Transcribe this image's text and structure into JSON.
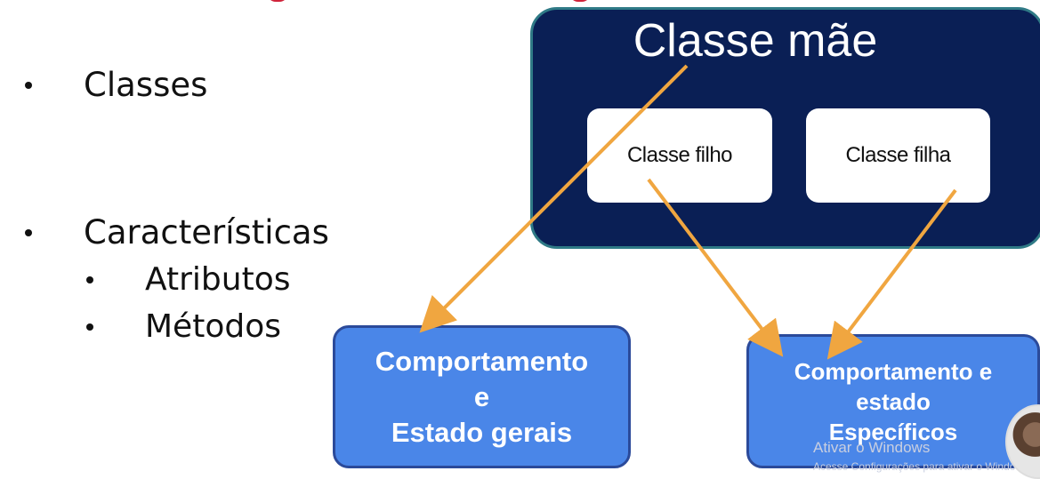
{
  "bullets": {
    "classes": "Classes",
    "caracteristicas": "Características",
    "atributos": "Atributos",
    "metodos": "Métodos"
  },
  "diagram": {
    "parent_title": "Classe mãe",
    "child1": "Classe filho",
    "child2": "Classe filha",
    "general_box": {
      "line1": "Comportamento",
      "line2": "e",
      "line3": "Estado gerais"
    },
    "specific_box": {
      "line1": "Comportamento e",
      "line2": "estado",
      "line3": "Específicos"
    }
  },
  "watermark": {
    "line1": "Ativar o Windows",
    "line2": "Acesse Configurações para ativar o Windows."
  },
  "colors": {
    "title_accent": "#d0233a",
    "parent_box": "#0a1f55",
    "child_box": "#ffffff",
    "blue_box": "#4a86e8",
    "arrow": "#f0a640"
  }
}
